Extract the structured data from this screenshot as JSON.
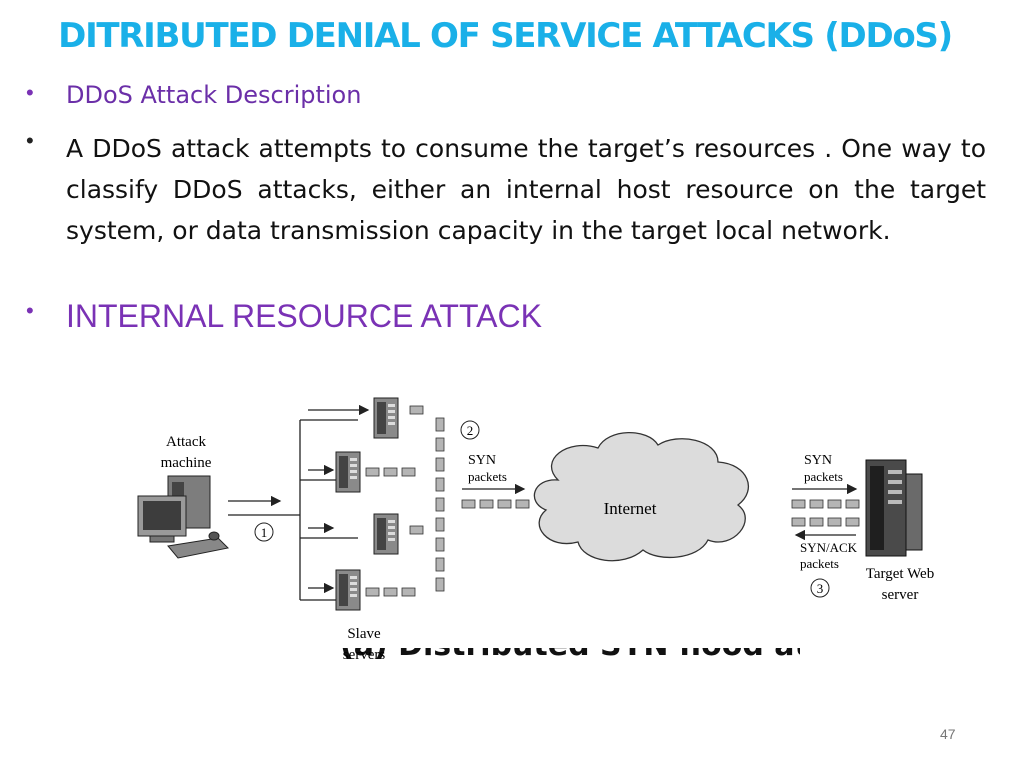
{
  "title": "DITRIBUTED DENIAL OF SERVICE ATTACKS (DDoS)",
  "bullets": {
    "b1": "DDoS Attack Description",
    "b2": "A DDoS attack attempts to consume the target’s resources . One way to classify DDoS attacks, either an internal host resource on the target system, or data transmission capacity in the target local network.",
    "b3": "INTERNAL RESOURCE ATTACK"
  },
  "diagram": {
    "attack_machine": [
      "Attack",
      "machine"
    ],
    "slave_servers": [
      "Slave",
      "servers"
    ],
    "syn_left": [
      "SYN",
      "packets"
    ],
    "syn_right": [
      "SYN",
      "packets"
    ],
    "internet": "Internet",
    "synack": [
      "SYN/ACK",
      "packets"
    ],
    "target": [
      "Target Web",
      "server"
    ],
    "step1": "1",
    "step2": "2",
    "step3": "3"
  },
  "caption": "(a) Distributed SYN flood attack",
  "page_number": "47"
}
